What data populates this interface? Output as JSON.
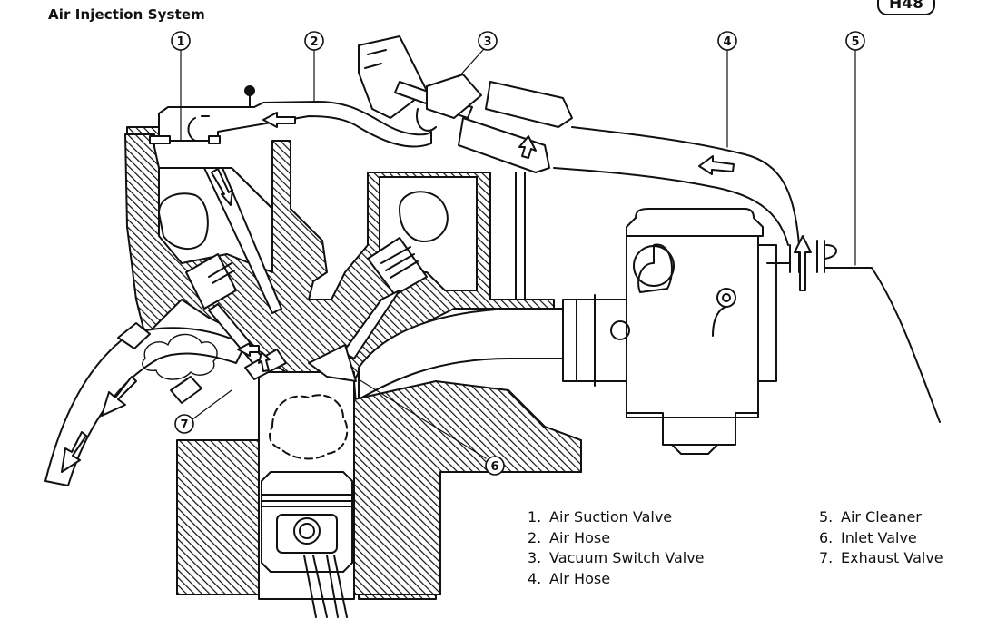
{
  "header": {
    "title": "Air Injection System",
    "page_code": "H48"
  },
  "callouts": [
    {
      "num": "1",
      "label": "Air Suction Valve"
    },
    {
      "num": "2",
      "label": "Air Hose"
    },
    {
      "num": "3",
      "label": "Vacuum Switch Valve"
    },
    {
      "num": "4",
      "label": "Air Hose"
    },
    {
      "num": "5",
      "label": "Air Cleaner"
    },
    {
      "num": "6",
      "label": "Inlet Valve"
    },
    {
      "num": "7",
      "label": "Exhaust Valve"
    }
  ],
  "legend": {
    "left": [
      {
        "num": "1.",
        "label": "Air Suction Valve"
      },
      {
        "num": "2.",
        "label": "Air Hose"
      },
      {
        "num": "3.",
        "label": "Vacuum Switch Valve"
      },
      {
        "num": "4.",
        "label": "Air Hose"
      }
    ],
    "right": [
      {
        "num": "5.",
        "label": "Air Cleaner"
      },
      {
        "num": "6.",
        "label": "Inlet Valve"
      },
      {
        "num": "7.",
        "label": "Exhaust Valve"
      }
    ]
  },
  "colors": {
    "ink": "#111111",
    "paper": "#ffffff"
  }
}
